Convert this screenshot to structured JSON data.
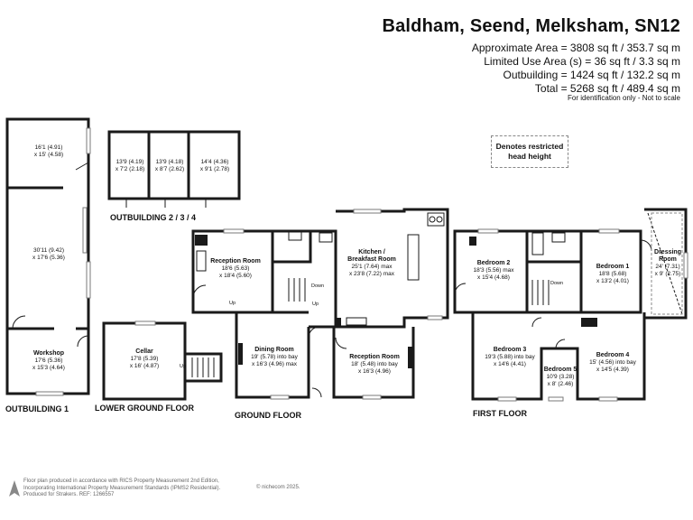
{
  "header": {
    "title": "Baldham, Seend, Melksham, SN12",
    "approx_area": "Approximate Area = 3808 sq ft / 353.7 sq m",
    "limited_use": "Limited Use Area (s) = 36 sq ft / 3.3 sq m",
    "outbuilding": "Outbuilding = 1424 sq ft / 132.2 sq m",
    "total": "Total = 5268 sq ft / 489.4 sq m",
    "identification": "For identification only - Not to scale"
  },
  "legend": {
    "restricted": "Denotes restricted head height"
  },
  "floors": {
    "outbuilding1": "OUTBUILDING 1",
    "outbuilding234": "OUTBUILDING 2 / 3 / 4",
    "lower_ground": "LOWER GROUND FLOOR",
    "ground": "GROUND FLOOR",
    "first": "FIRST FLOOR"
  },
  "rooms": {
    "ob1_top": {
      "dim1": "16'1 (4.91)",
      "dim2": "x 15' (4.58)"
    },
    "ob1_mid": {
      "dim1": "30'11 (9.42)",
      "dim2": "x 17'6 (5.36)"
    },
    "workshop": {
      "name": "Workshop",
      "dim1": "17'6 (5.36)",
      "dim2": "x 15'3 (4.64)"
    },
    "ob2": {
      "dim1": "13'9 (4.19)",
      "dim2": "x 7'2 (2.18)"
    },
    "ob3": {
      "dim1": "13'9 (4.18)",
      "dim2": "x 8'7 (2.62)"
    },
    "ob4": {
      "dim1": "14'4 (4.36)",
      "dim2": "x 9'1 (2.78)"
    },
    "cellar": {
      "name": "Cellar",
      "dim1": "17'8 (5.39)",
      "dim2": "x 16' (4.87)"
    },
    "reception1": {
      "name": "Reception Room",
      "dim1": "18'6 (5.63)",
      "dim2": "x 18'4 (5.60)"
    },
    "kitchen": {
      "name1": "Kitchen /",
      "name2": "Breakfast Room",
      "dim1": "25'1 (7.64) max",
      "dim2": "x 23'8 (7.22) max"
    },
    "dining": {
      "name": "Dining Room",
      "dim1": "19' (5.78) into bay",
      "dim2": "x 16'3 (4.96) max"
    },
    "reception2": {
      "name": "Reception Room",
      "dim1": "18' (5.48) into bay",
      "dim2": "x 16'3 (4.96)"
    },
    "bedroom2": {
      "name": "Bedroom 2",
      "dim1": "18'3 (5.56) max",
      "dim2": "x 15'4 (4.68)"
    },
    "bedroom1": {
      "name": "Bedroom 1",
      "dim1": "18'8 (5.68)",
      "dim2": "x 13'2 (4.01)"
    },
    "dressing": {
      "name1": "Dressing",
      "name2": "Room",
      "dim1": "24' (7.31)",
      "dim2": "x 9' (2.75)"
    },
    "bedroom3": {
      "name": "Bedroom 3",
      "dim1": "19'3 (5.88) into bay",
      "dim2": "x 14'6 (4.41)"
    },
    "bedroom5": {
      "name": "Bedroom 5",
      "dim1": "10'9 (3.28)",
      "dim2": "x 8' (2.46)"
    },
    "bedroom4": {
      "name": "Bedroom 4",
      "dim1": "15' (4.56) into bay",
      "dim2": "x 14'5 (4.39)"
    }
  },
  "stairs": {
    "up": "Up",
    "down": "Down"
  },
  "footer": {
    "line1": "Floor plan produced in accordance with RICS Property Measurement 2nd Edition,",
    "line2": "Incorporating International Property Measurement Standards (IPMS2 Residential).",
    "line3": "Produced for Strakers.",
    "ref": "REF: 1266557",
    "copyright": "© nichecom 2025."
  }
}
